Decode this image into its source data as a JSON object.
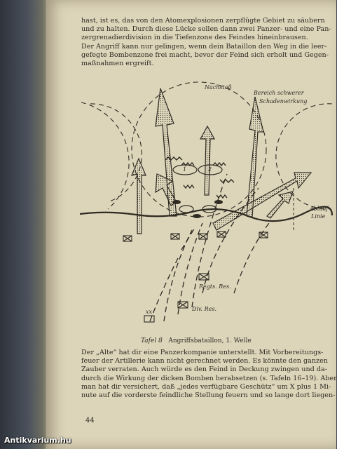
{
  "page": {
    "top_lines": [
      "hast, ist es, das von den Atomexplosionen zerpflügte Gebiet zu säubern",
      "und zu halten. Durch diese Lücke sollen dann zwei Panzer- und eine Pan-",
      "zergrenadierdivision in die Tiefenzone des Feindes hineinbrausen.",
      "Der Angriff kann nur gelingen, wenn dein Bataillon den Weg in die leer-",
      "gefegte Bombenzone frei macht, bevor der Feind sich erholt und Gegen-",
      "maßnahmen ergreift."
    ],
    "figure": {
      "label_nachstoss": "Nachstoß",
      "label_bereich_1": "Bereich schwerer",
      "label_bereich_2": "Schadenwirkung",
      "label_ablauf_1": "Ablauf-",
      "label_ablauf_2": "Linie",
      "label_regts": "Regts. Res.",
      "label_div": "Div. Res.",
      "oval_1": "1",
      "oval_2": "2",
      "unit_xx": "xx"
    },
    "caption": {
      "number": "Tafel 8",
      "title": "Angriffsbataillon, 1. Welle"
    },
    "bottom_lines": [
      "Der „Alte“ hat dir eine Panzerkompanie unterstellt. Mit Vorbereitungs-",
      "feuer der Artillerie kann nicht gerechnet werden. Es könnte den ganzen",
      "Zauber verraten. Auch würde es den Feind in Deckung zwingen und da-",
      "durch die Wirkung der dicken Bomben herabsetzen (s. Tafeln 16–19). Aber",
      "man hat dir versichert, daß „jedes verfügbare Geschütz“ um X plus 1 Mi-",
      "nute auf die vorderste feindliche Stellung feuern und so lange dort liegen-"
    ],
    "page_number": "44",
    "watermark": "Antikvarium.hu"
  }
}
